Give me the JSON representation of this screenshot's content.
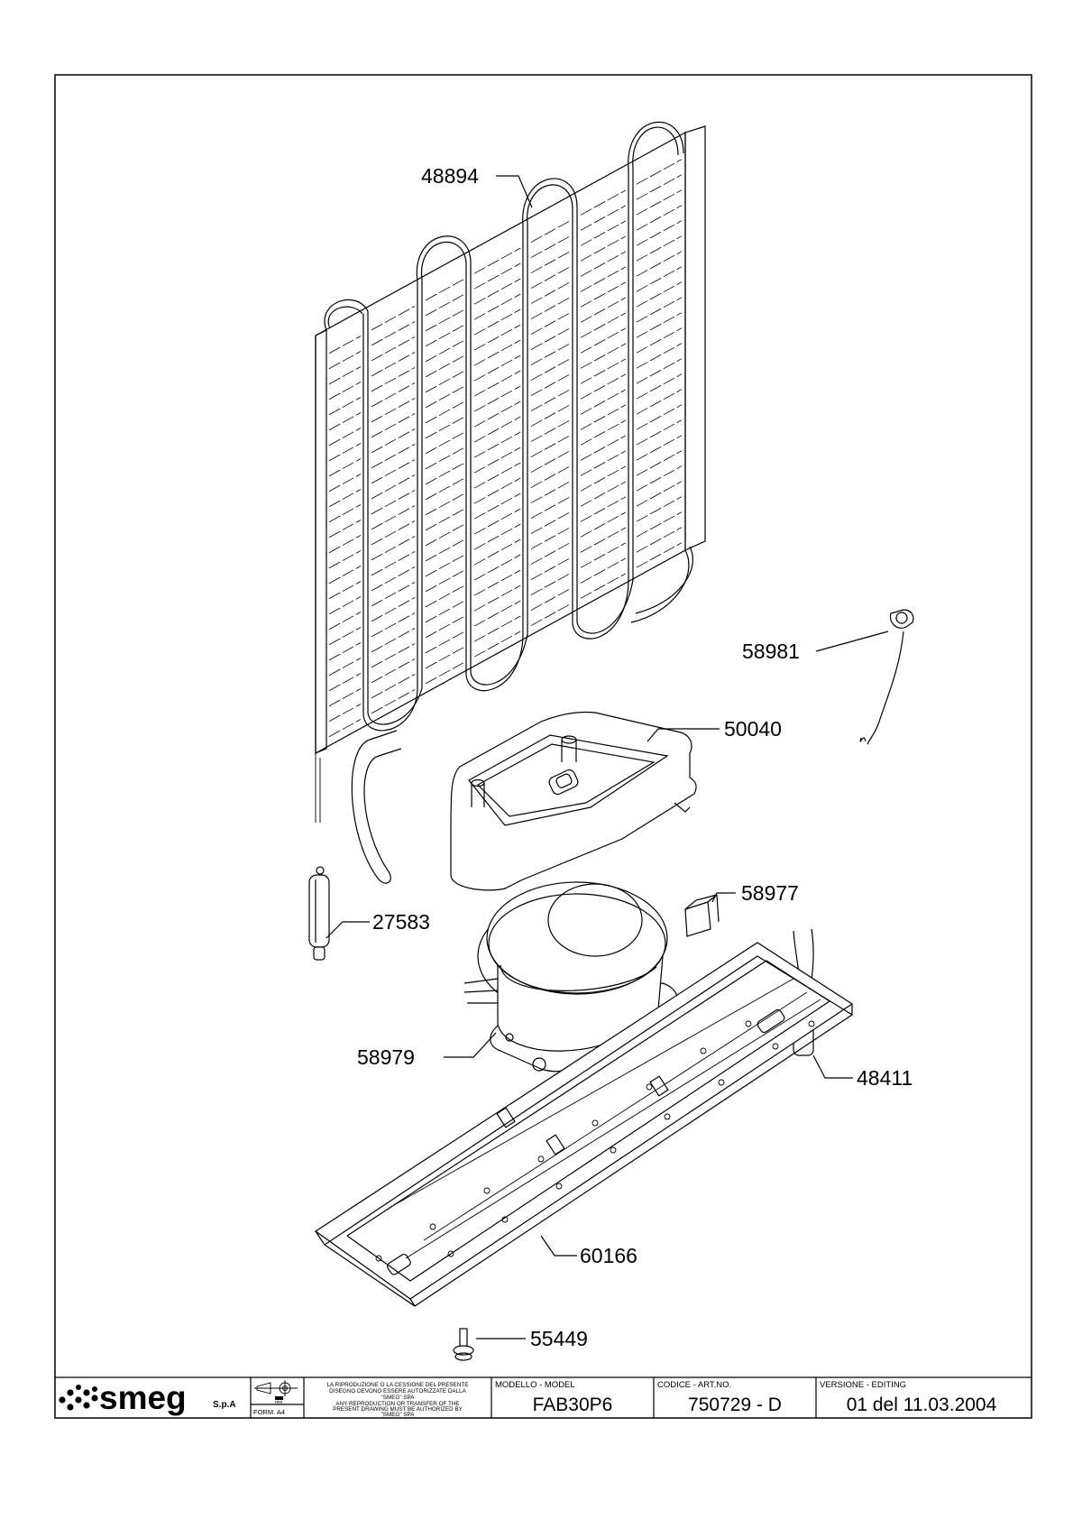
{
  "parts": {
    "evaporator": "48894",
    "thermostat": "58981",
    "drip_tray": "50040",
    "relay": "58977",
    "filter_dryer": "27583",
    "compressor": "58979",
    "capacitor": "48411",
    "base_plate": "60166",
    "foot": "55449"
  },
  "title_block": {
    "brand": "smeg",
    "brand_suffix": "S.p.A",
    "form_label": "FORM. A4",
    "projection_symbol": "mm",
    "notice_it": [
      "LA RIPRODUZIONE O LA CESSIONE DEL PRESENTE",
      "DISEGNO DEVONO ESSERE AUTORIZZATE DALLA",
      "\"SMEG\" SPA"
    ],
    "notice_en": [
      "ANY REPRODUCTION OR TRANSFER OF THE",
      "PRESENT DRAWING MUST BE AUTHORIZED BY",
      "\"SMEG\" SPA"
    ],
    "model_label": "MODELLO - MODEL",
    "model_value": "FAB30P6",
    "code_label": "CODICE - ART.NO.",
    "code_value": "750729 - D",
    "version_label": "VERSIONE - EDITING",
    "version_value": "01 del 11.03.2004"
  }
}
